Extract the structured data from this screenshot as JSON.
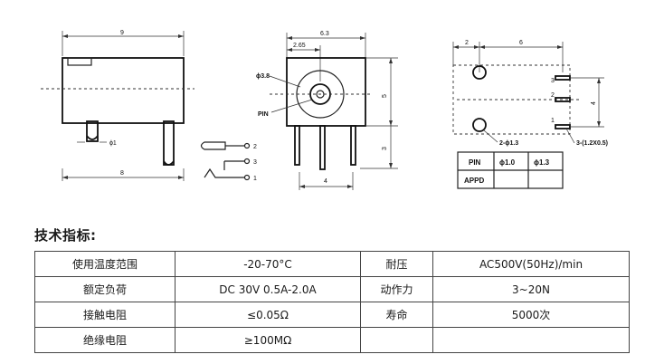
{
  "drawing": {
    "side_view": {
      "width_top": "9",
      "dia_pin": "ϕ1",
      "width_bottom": "8"
    },
    "front_view": {
      "width_total": "6.3",
      "offset": "2.65",
      "hole_dia": "ϕ3.8",
      "pin_label": "PIN",
      "height_upper": "5",
      "height_lower": "3",
      "pin_spacing": "4"
    },
    "schematic": {
      "pin2": "2",
      "pin3": "3",
      "pin1": "1"
    },
    "footprint": {
      "dim_left": "2",
      "dim_right": "6",
      "dim_height": "4",
      "pin_numbers": [
        "3",
        "2",
        "1"
      ],
      "hole_label": "2-ϕ1.3",
      "slot_label": "3-(1.2X0.5)",
      "table": {
        "header": [
          "PIN",
          "ϕ1.0",
          "ϕ1.3"
        ],
        "row_label": "APPD"
      }
    }
  },
  "section_title": "技术指标:",
  "specs": [
    [
      "使用温度范围",
      "-20-70°C",
      "耐压",
      "AC500V(50Hz)/min"
    ],
    [
      "额定负荷",
      "DC 30V 0.5A-2.0A",
      "动作力",
      "3~20N"
    ],
    [
      "接触电阻",
      "≤0.05Ω",
      "寿命",
      "5000次"
    ],
    [
      "绝缘电阻",
      "≥100MΩ",
      "",
      ""
    ]
  ]
}
